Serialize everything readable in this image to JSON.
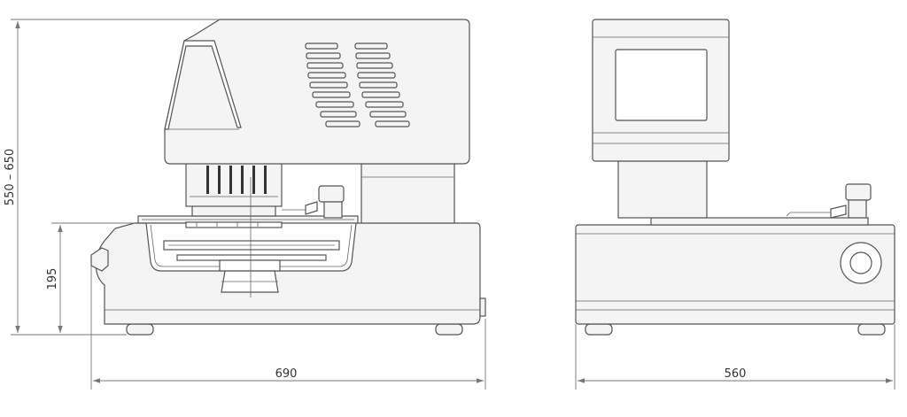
{
  "dimensions": {
    "height_range": "550 – 650",
    "base_height": "195",
    "depth": "690",
    "width": "560"
  },
  "colors": {
    "line": "#555555",
    "fill": "#f4f4f4",
    "text": "#333333"
  }
}
